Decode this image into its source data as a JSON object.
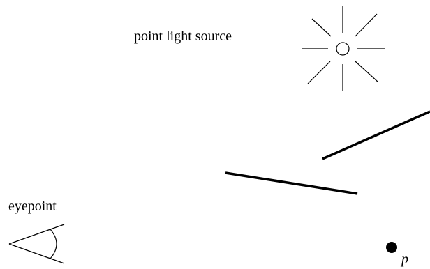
{
  "labels": {
    "light_source": "point light source",
    "eyepoint": "eyepoint",
    "point": "p"
  },
  "icons": {
    "light": "light-source-icon",
    "eye": "eye-icon",
    "point": "point-dot-icon"
  },
  "colors": {
    "stroke": "#000000",
    "background": "#ffffff"
  }
}
